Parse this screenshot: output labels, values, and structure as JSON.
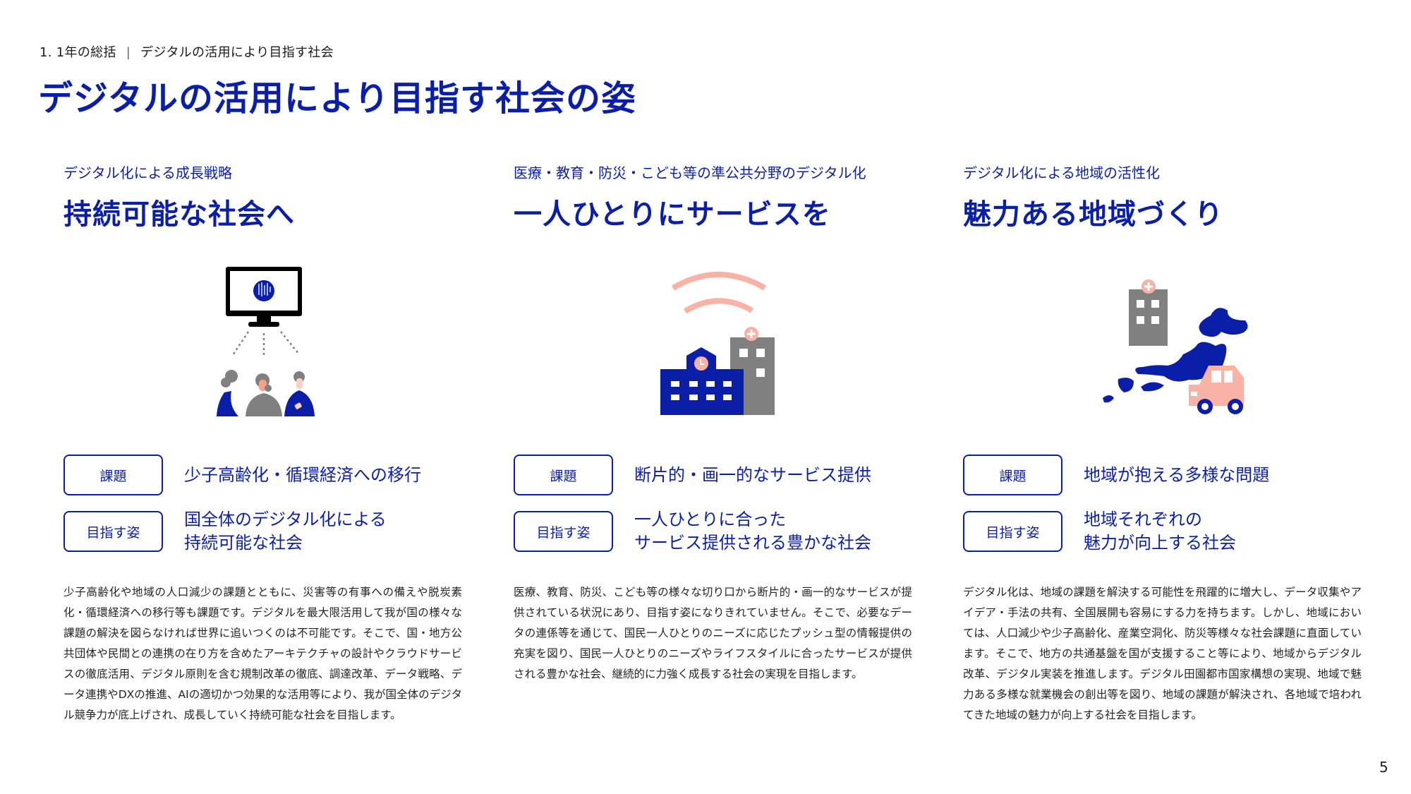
{
  "header": {
    "section": "1. 1年の総括",
    "separator": "|",
    "topic": "デジタルの活用により目指す社会",
    "title": "デジタルの活用により目指す社会の姿"
  },
  "colors": {
    "brand_blue": "#0b1ea8",
    "accent_pink": "#f9b2a6",
    "neutral_gray": "#808080"
  },
  "columns": [
    {
      "subtitle": "デジタル化による成長戦略",
      "heading": "持続可能な社会へ",
      "illustration": "monitor-with-people-icon",
      "issue_label": "課題",
      "issue_text": "少子高齢化・循環経済への移行",
      "goal_label": "目指す姿",
      "goal_text": "国全体のデジタル化による\n持続可能な社会",
      "body": "少子高齢化や地域の人口減少の課題とともに、災害等の有事への備えや脱炭素化・循環経済への移行等も課題です。デジタルを最大限活用して我が国の様々な課題の解決を図らなければ世界に追いつくのは不可能です。そこで、国・地方公共団体や民間との連携の在り方を含めたアーキテクチャの設計やクラウドサービスの徹底活用、デジタル原則を含む規制改革の徹底、調達改革、データ戦略、データ連携やDXの推進、AIの適切かつ効果的な活用等により、我が国全体のデジタル競争力が底上げされ、成長していく持続可能な社会を目指します。"
    },
    {
      "subtitle": "医療・教育・防災・こども等の準公共分野のデジタル化",
      "heading": "一人ひとりにサービスを",
      "illustration": "school-hospital-wireless-icon",
      "issue_label": "課題",
      "issue_text": "断片的・画一的なサービス提供",
      "goal_label": "目指す姿",
      "goal_text": "一人ひとりに合った\nサービス提供される豊かな社会",
      "body": "医療、教育、防災、こども等の様々な切り口から断片的・画一的なサービスが提供されている状況にあり、目指す姿になりきれていません。そこで、必要なデータの連係等を通じて、国民一人ひとりのニーズに応じたプッシュ型の情報提供の充実を図り、国民一人ひとりのニーズやライフスタイルに合ったサービスが提供される豊かな社会、継続的に力強く成長する社会の実現を目指します。"
    },
    {
      "subtitle": "デジタル化による地域の活性化",
      "heading": "魅力ある地域づくり",
      "illustration": "japan-map-hospital-car-icon",
      "issue_label": "課題",
      "issue_text": "地域が抱える多様な問題",
      "goal_label": "目指す姿",
      "goal_text": "地域それぞれの\n魅力が向上する社会",
      "body": "デジタル化は、地域の課題を解決する可能性を飛躍的に増大し、データ収集やアイデア・手法の共有、全国展開も容易にする力を持ちます。しかし、地域においては、人口減少や少子高齢化、産業空洞化、防災等様々な社会課題に直面しています。そこで、地方の共通基盤を国が支援すること等により、地域からデジタル改革、デジタル実装を推進します。デジタル田園都市国家構想の実現、地域で魅力ある多様な就業機会の創出等を図り、地域の課題が解決され、各地域で培われてきた地域の魅力が向上する社会を目指します。"
    }
  ],
  "footer": {
    "page_number": "5"
  }
}
